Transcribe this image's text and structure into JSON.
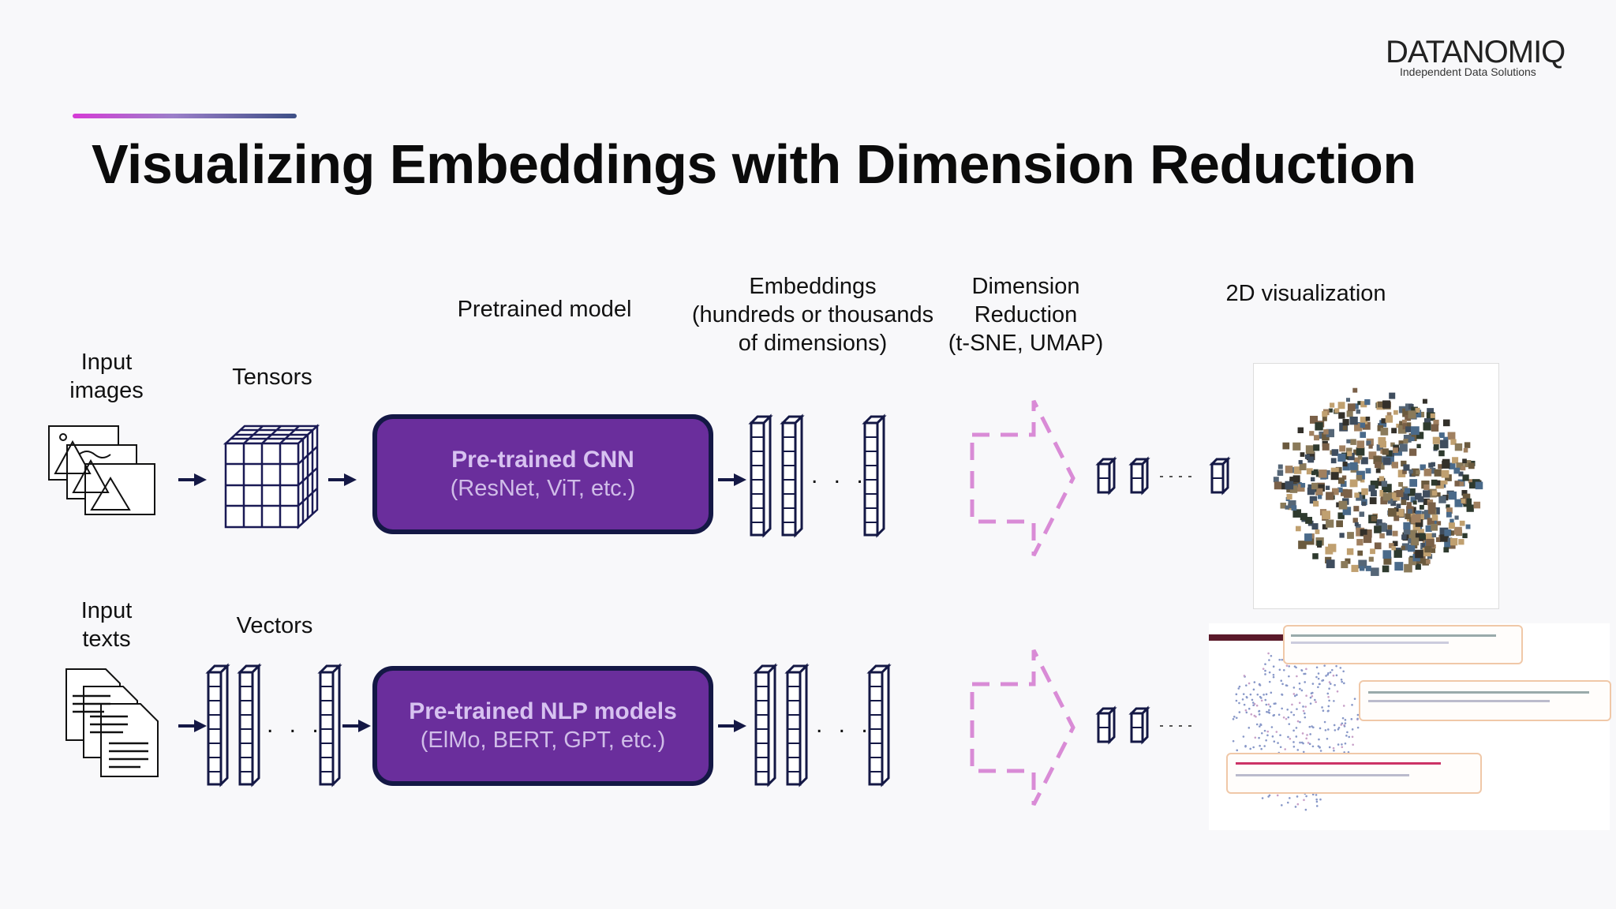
{
  "title": "Visualizing Embeddings with Dimension Reduction",
  "logo": {
    "name": "DATANOMIQ",
    "tagline": "Independent Data Solutions"
  },
  "colors": {
    "accent_start": "#d63bd6",
    "accent_end": "#3d4f86",
    "box_fill": "#6a2e9c",
    "box_border": "#141845",
    "arrow_dash": "#d98bd6"
  },
  "headers": {
    "pretrained": "Pretrained model",
    "embeddings": [
      "Embeddings",
      "(hundreds or thousands",
      "of dimensions)"
    ],
    "dim_reduction": [
      "Dimension",
      "Reduction",
      "(t-SNE, UMAP)"
    ],
    "viz": "2D visualization"
  },
  "image_row": {
    "input_label": [
      "Input",
      "images"
    ],
    "tensor_label": "Tensors",
    "model_title": "Pre-trained CNN",
    "model_sub": "(ResNet, ViT, etc.)"
  },
  "text_row": {
    "input_label": [
      "Input",
      "texts"
    ],
    "vector_label": "Vectors",
    "model_title": "Pre-trained NLP models",
    "model_sub": "(ElMo, BERT, GPT, etc.)"
  },
  "ellipsis": ". . .",
  "icons": [
    "image-stack-icon",
    "tensor-cube-icon",
    "vector-icon",
    "document-stack-icon",
    "dashed-arrow-icon"
  ]
}
